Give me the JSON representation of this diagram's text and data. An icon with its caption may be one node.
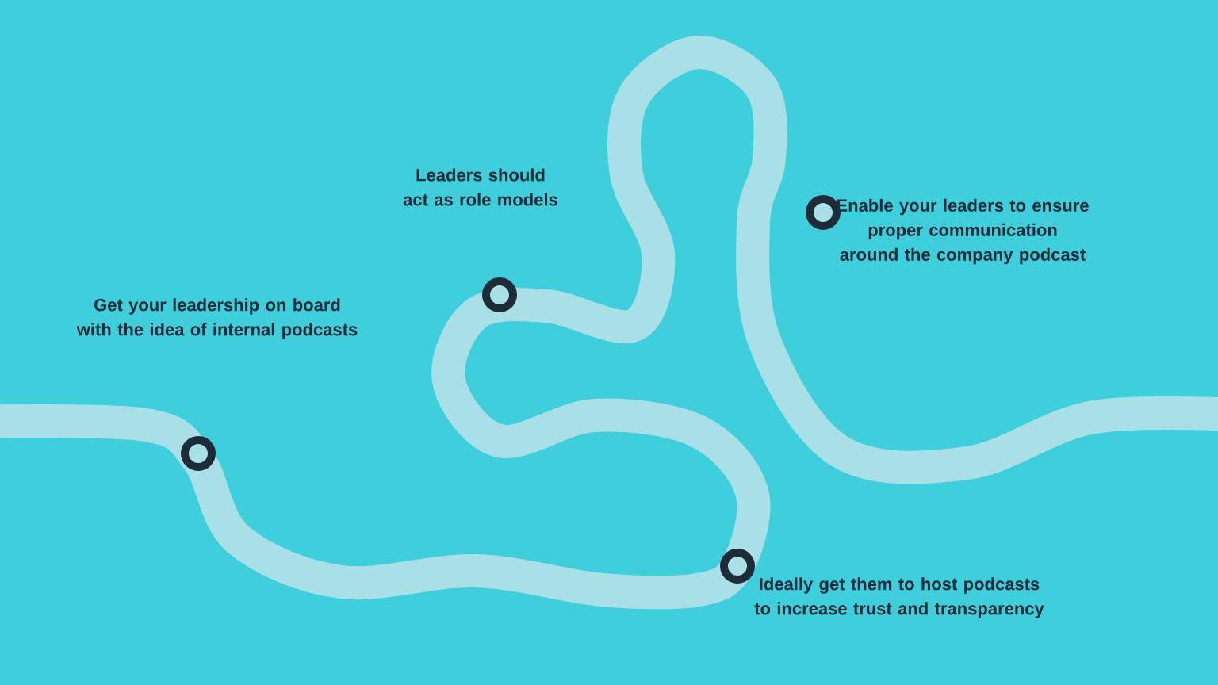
{
  "diagram": {
    "nodes": [
      {
        "text": [],
        "shape": "circle"
      },
      {
        "text": [],
        "shape": "circle"
      },
      {
        "text": [],
        "shape": "circle"
      },
      {
        "text": [],
        "shape": "circle"
      }
    ],
    "labels": [
      "Leaders should act as role models",
      "Enable your leaders to ensure proper communication around the company podcast",
      "Get your leadership on board with the idea of internal podcasts",
      "Ideally get them to host podcasts to increase trust and transparency"
    ]
  }
}
